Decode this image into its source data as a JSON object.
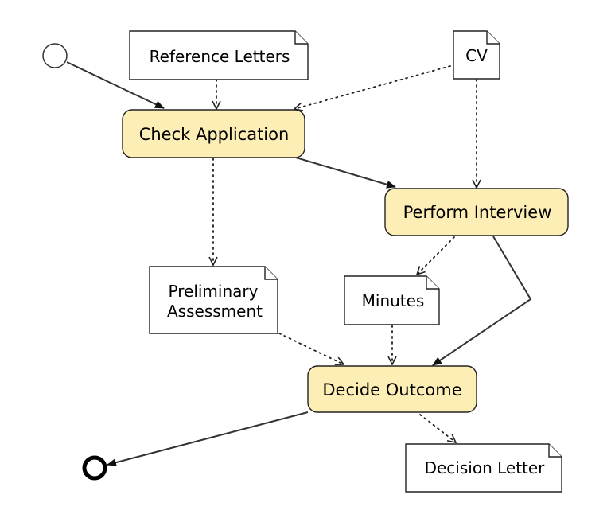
{
  "tasks": {
    "check_application": "Check Application",
    "perform_interview": "Perform Interview",
    "decide_outcome": "Decide Outcome"
  },
  "documents": {
    "reference_letters": "Reference Letters",
    "cv": "CV",
    "preliminary_assessment_line1": "Preliminary",
    "preliminary_assessment_line2": "Assessment",
    "minutes": "Minutes",
    "decision_letter": "Decision Letter"
  },
  "colors": {
    "task_fill": "#fdeeb5",
    "stroke": "#222222",
    "background": "#ffffff"
  }
}
